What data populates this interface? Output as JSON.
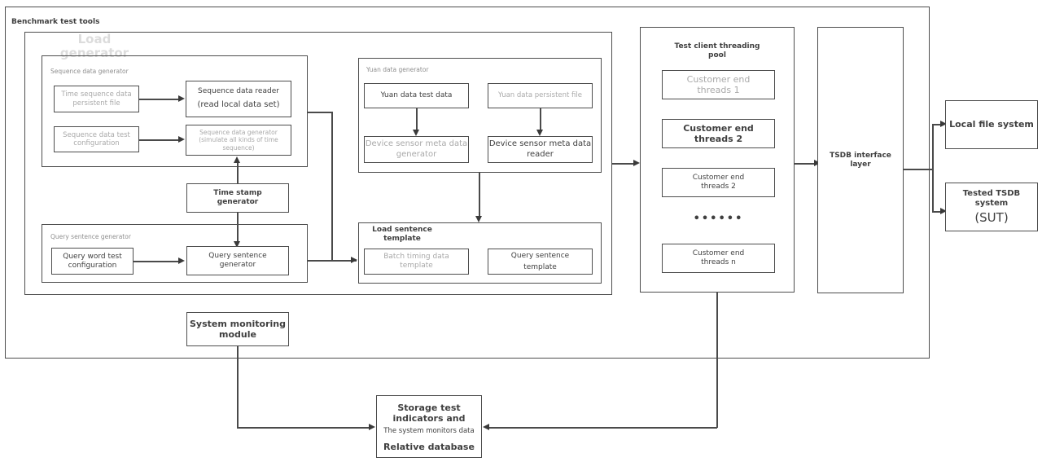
{
  "diagram": {
    "outer_frame_label": "Benchmark test tools",
    "load_generator_label": "Load\ngenerator",
    "sections": {
      "sequence_data_generator": "Sequence data generator",
      "yuan_data_generator": "Yuan data generator",
      "query_sentence_generator": "Query sentence generator",
      "load_sentence_template": "Load sentence\ntemplate",
      "test_client_threading_pool": "Test client threading\npool"
    },
    "nodes": {
      "time_sequence_data_persistent_file": "Time sequence data\npersistent file",
      "sequence_data_reader_l1": "Sequence data reader",
      "sequence_data_reader_l2": "(read local data set)",
      "sequence_data_test_configuration": "Sequence data test\nconfiguration",
      "sequence_data_generator_box": "Sequence data generator\n(simulate all kinds of time\nsequence)",
      "time_stamp_generator": "Time stamp\ngenerator",
      "query_word_test_configuration": "Query word test\nconfiguration",
      "query_sentence_generator_box": "Query sentence\ngenerator",
      "yuan_data_test_data": "Yuan data test data",
      "yuan_data_persistent_file": "Yuan data persistent file",
      "device_sensor_meta_data_generator": "Device sensor meta data\ngenerator",
      "device_sensor_meta_data_reader": "Device sensor meta data\nreader",
      "batch_timing_data_template": "Batch timing data\ntemplate",
      "query_sentence_template_l1": "Query sentence",
      "query_sentence_template_l2": "template",
      "customer_end_threads_1": "Customer end\nthreads 1",
      "customer_end_threads_2a": "Customer end\nthreads 2",
      "customer_end_threads_2b": "Customer end\nthreads 2",
      "threads_ellipsis": "••••••",
      "customer_end_threads_n": "Customer end\nthreads n",
      "tsdb_interface_layer": "TSDB interface\nlayer",
      "local_file_system": "Local file system",
      "tested_tsdb_system_l1": "Tested TSDB system",
      "tested_tsdb_system_l2": "(SUT)",
      "system_monitoring_module": "System monitoring\nmodule",
      "storage_line1": "Storage test\nindicators and",
      "storage_line2": "The system monitors data",
      "storage_line3": "Relative database"
    },
    "colors": {
      "stroke": "#4d4d4d",
      "text": "#3f3f3f",
      "muted_text": "#a9a9a9",
      "ghost_text": "#dcdcdc",
      "background": "#ffffff"
    }
  }
}
